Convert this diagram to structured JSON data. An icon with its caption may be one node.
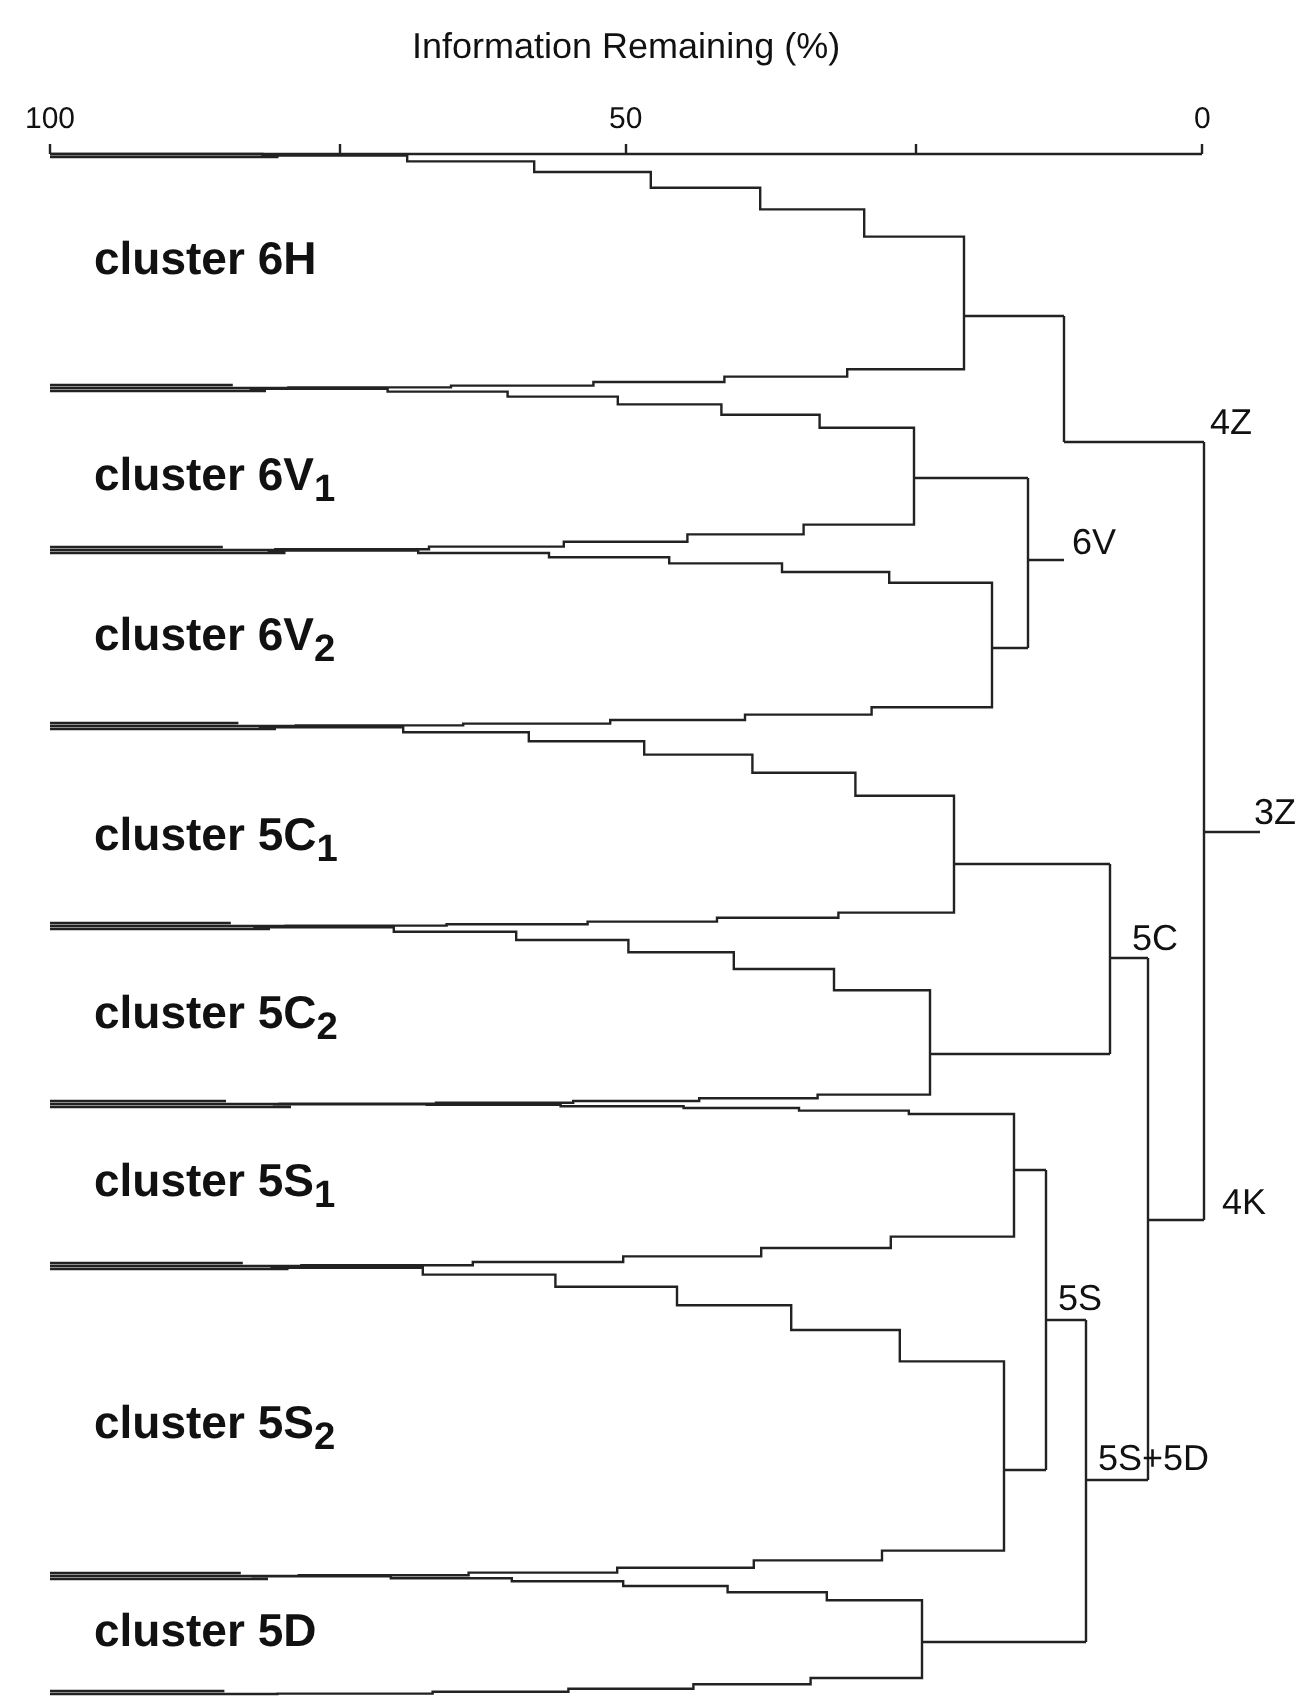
{
  "diagram": {
    "labels": [
      "Information Remaining (%)",
      "100",
      "50",
      "0",
      "cluster 6H",
      "4Z",
      "cluster 6V$_{1}$",
      "6V",
      "cluster 6V$_{2}$",
      "cluster 5C$_{1}$",
      "3Z",
      "5C",
      "cluster 5C$_{2}$",
      "cluster 5S$_{1}$",
      "4K",
      "5S",
      "cluster 5S$_{2}$",
      "5S+5D",
      "cluster 5D"
    ]
  }
}
